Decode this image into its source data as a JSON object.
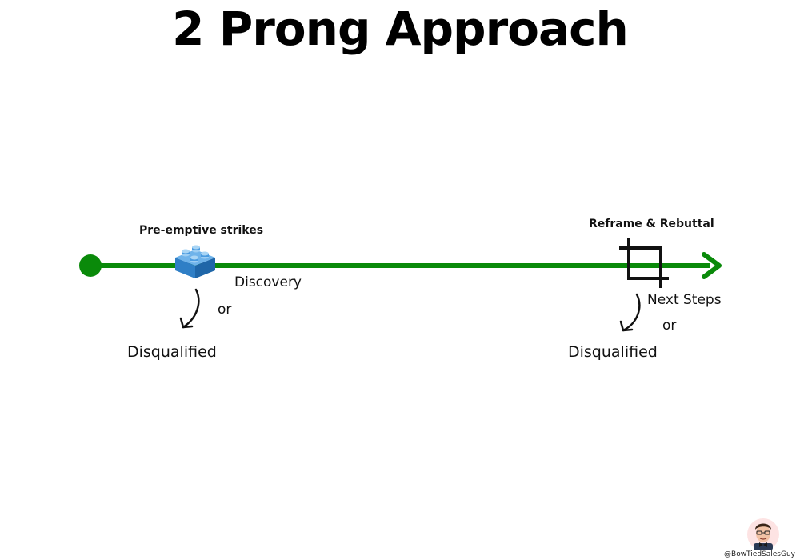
{
  "title": "2 Prong Approach",
  "line_color": "#0a8a0a",
  "stage1": {
    "label": "Pre-emptive strikes",
    "icon": "lego-brick-icon",
    "icon_color": "#3b8fd6",
    "next": "Discovery",
    "or": "or",
    "alternative": "Disqualified"
  },
  "stage2": {
    "label": "Reframe & Rebuttal",
    "icon": "crop-icon",
    "next": "Next Steps",
    "or": "or",
    "alternative": "Disqualified"
  },
  "handle": "@BowTiedSalesGuy",
  "avatar_icon": "bowtied-avatar-icon"
}
